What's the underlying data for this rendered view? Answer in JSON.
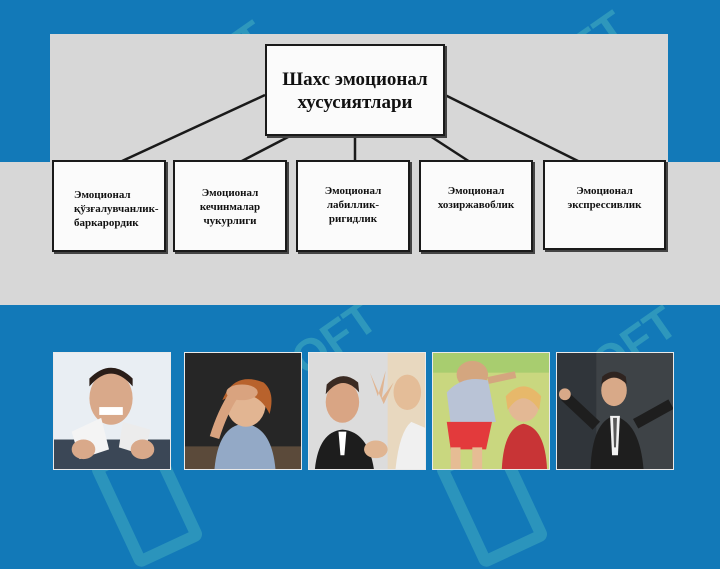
{
  "watermark": "SOFT",
  "diagram": {
    "root": "Шахс эмоционал\nхусусиятлари",
    "children": [
      "Эмоционал\nқўзғалувчанлик-\nбаркарордик",
      "Эмоционал\nкечинмалар\nчукурлиги",
      "Эмоционал\nлабиллик-\nригидлик",
      "Эмоционал\nхозиржавоблик",
      "Эмоционал\nэкспрессивлик"
    ]
  },
  "colors": {
    "background": "#1279b8",
    "panel": "#d7d7d7",
    "box_border": "#1a1a1a",
    "watermark": "#78e6c8"
  },
  "photos": [
    {
      "icon": "angry-man-photo"
    },
    {
      "icon": "stressed-woman-photo"
    },
    {
      "icon": "arguing-couple-photo"
    },
    {
      "icon": "children-conflict-photo"
    },
    {
      "icon": "expressive-speaker-photo"
    }
  ]
}
